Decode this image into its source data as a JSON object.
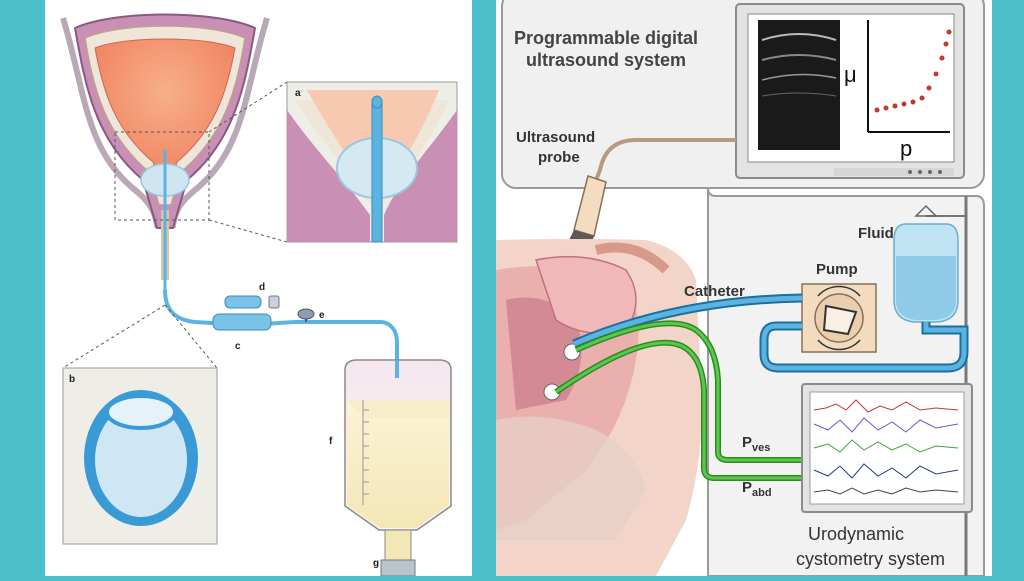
{
  "left_figure": {
    "labels": {
      "a": "a",
      "b": "b",
      "c": "c",
      "d": "d",
      "e": "e",
      "f": "f",
      "g": "g"
    }
  },
  "right_figure": {
    "labels": {
      "ultrasound_system": [
        "Programmable digital",
        "ultrasound system"
      ],
      "ultrasound_probe": [
        "Ultrasound",
        "probe"
      ],
      "fluid": "Fluid",
      "pump": "Pump",
      "catheter": "Catheter",
      "p_ves_main": "P",
      "p_ves_sub": "ves",
      "p_abd_main": "P",
      "p_abd_sub": "abd",
      "cystometry_system": [
        "Urodynamic",
        "cystometry system"
      ],
      "mu": "μ",
      "p": "p"
    }
  },
  "colors": {
    "background": "#4bbfc9",
    "bladder_wall": "#c98fb5",
    "urine": "#f4a07a",
    "catheter_blue": "#5bb4e0",
    "pressure_green": "#46b83a",
    "chart_dot": "#c0392b"
  }
}
